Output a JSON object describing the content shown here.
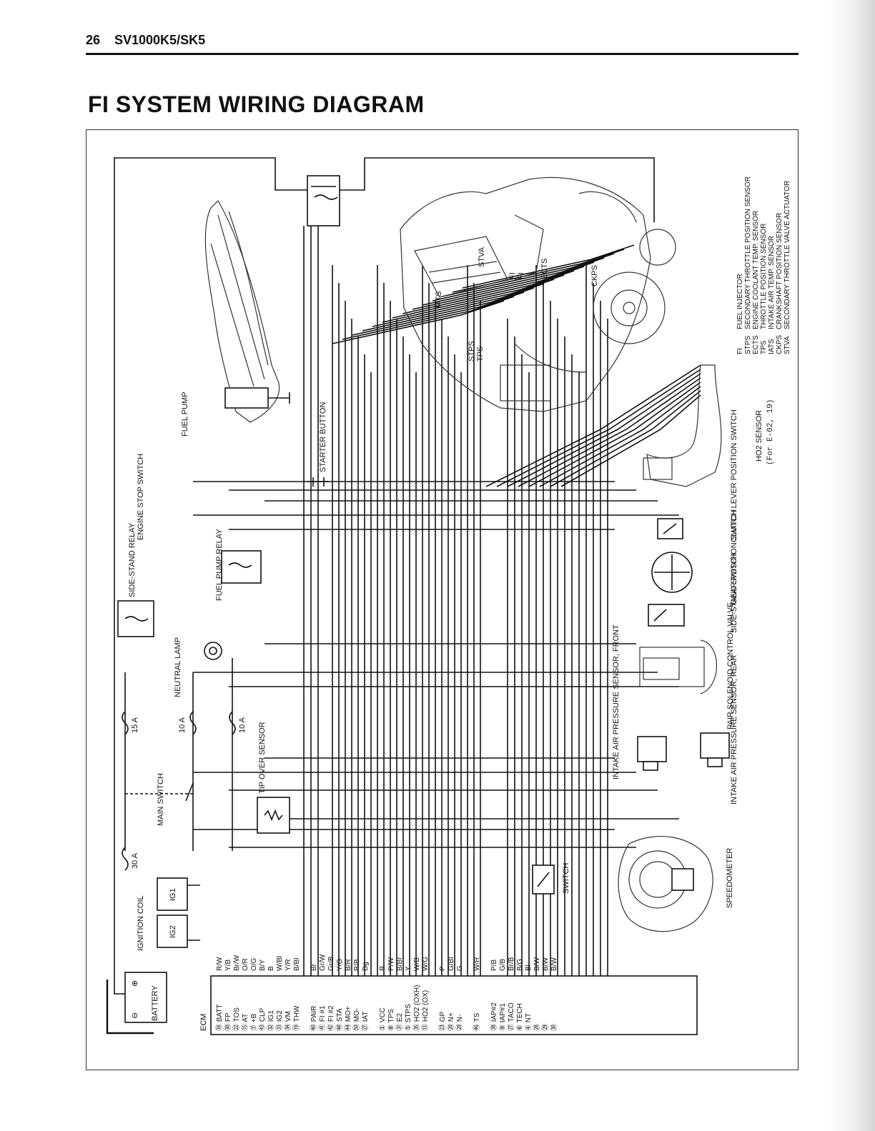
{
  "header": {
    "page_number": "26",
    "model": "SV1000K5/SK5"
  },
  "title": "FI SYSTEM WIRING DIAGRAM",
  "components": {
    "fuel_pump": "FUEL PUMP",
    "starter_button": "STARTER BUTTON",
    "engine_stop_switch": "ENGINE STOP SWITCH",
    "side_stand_relay": "SIDE-STAND RELAY",
    "fuel_pump_relay": "FUEL PUMP RELAY",
    "neutral_lamp": "NEUTRAL LAMP",
    "tip_over_sensor": "TIP OVER SENSOR",
    "main_switch": "MAIN SWITCH",
    "ignition_coil": "IGNITION COIL",
    "battery": "BATTERY",
    "ecm": "ECM",
    "switch": "SWITCH",
    "speedometer": "SPEEDOMETER",
    "clutch_switch": "CLUTCH LEVER POSITION SWITCH",
    "gear_switch": "GEAR POSITION SWITCH",
    "side_stand_switch": "SIDE-STAND SWITCH",
    "pair_valve": "PAIR SOLENOID CONTROL VALVE",
    "iap_front": "INTAKE AIR PRESSURE SENSOR, FRONT",
    "iap_rear": "INTAKE AIR PRESSURE SENSOR, REAR",
    "ho2_sensor": "HO2 SENSOR",
    "ho2_note": "(For E-02, 19)",
    "ig1": "IG1",
    "ig2": "IG2"
  },
  "fuses": [
    "15 A",
    "10 A",
    "10 A",
    "30 A"
  ],
  "engine_labels": [
    "STVA",
    "FI",
    "FI",
    "ECTS",
    "IATS",
    "STPS",
    "TPS",
    "CKPS"
  ],
  "legend": [
    {
      "abbr": "FI",
      "desc": "FUEL INJECTOR"
    },
    {
      "abbr": "STPS",
      "desc": "SECONDARY THROTTLE POSITION SENSOR"
    },
    {
      "abbr": "ECTS",
      "desc": "ENGINE COOLANT TEMP. SENSOR"
    },
    {
      "abbr": "TPS",
      "desc": "THROTTLE POSITION SENSOR"
    },
    {
      "abbr": "IATS",
      "desc": "INTAKE AIR TEMP. SENSOR"
    },
    {
      "abbr": "CKPS",
      "desc": "CRANKSHAFT POSITION SENSOR"
    },
    {
      "abbr": "STVA",
      "desc": "SECONDARY THROTTLE VALVE ACTUATOR"
    }
  ],
  "battery_terminals": [
    "⊕",
    "⊖"
  ],
  "ecm_terminals": [
    {
      "pin": "⑱ BATT",
      "wire": "R/W"
    },
    {
      "pin": "㉚ FP",
      "wire": "Y/B"
    },
    {
      "pin": "㉒ TOS",
      "wire": "Br/W"
    },
    {
      "pin": "⑮ AT",
      "wire": "O/R"
    },
    {
      "pin": "⑦ +B",
      "wire": "O/G"
    },
    {
      "pin": "㊸ CLP",
      "wire": "B/Y"
    },
    {
      "pin": "㉜ IG1",
      "wire": "B"
    },
    {
      "pin": "㉝ IG2",
      "wire": "W/Bl"
    },
    {
      "pin": "㉞ VM",
      "wire": "Y/R"
    },
    {
      "pin": "⑲ THW",
      "wire": "B/Bl"
    },
    {
      "pin": "㊵ PAIR",
      "wire": "Br"
    },
    {
      "pin": "㊶ FI #1",
      "wire": "Gr/W"
    },
    {
      "pin": "㊷ FI #2",
      "wire": "Gr/B"
    },
    {
      "pin": "㊽ STA",
      "wire": "Y/G"
    },
    {
      "pin": "㊹ MO+",
      "wire": "B/R"
    },
    {
      "pin": "㊿ MO-",
      "wire": "R/B"
    },
    {
      "pin": "㉗ IAT",
      "wire": "Dg"
    },
    {
      "pin": "① VCC",
      "wire": "R"
    },
    {
      "pin": "⑧ TPS",
      "wire": "P/W"
    },
    {
      "pin": "㉛ E2",
      "wire": "B/Br"
    },
    {
      "pin": "⑤ STPS",
      "wire": "Y"
    },
    {
      "pin": "㉟ HO2 (OXH)",
      "wire": "W/B"
    },
    {
      "pin": "⑬ HO2 (OX)",
      "wire": "W/G"
    },
    {
      "pin": "㉓ GP",
      "wire": "P"
    },
    {
      "pin": "⑳ N+",
      "wire": "G/Bl"
    },
    {
      "pin": "⑳ N-",
      "wire": "G"
    },
    {
      "pin": "㊻ TS",
      "wire": "W/R"
    },
    {
      "pin": "㊳ IAP#2",
      "wire": "P/B"
    },
    {
      "pin": "⑨ IAP#1",
      "wire": "G/B"
    },
    {
      "pin": "㉗ TACO",
      "wire": "Br/B"
    },
    {
      "pin": "⑥ TECH",
      "wire": "B/G"
    },
    {
      "pin": "④ NT",
      "wire": "Bl"
    },
    {
      "pin": "㉘",
      "wire": "B/W"
    },
    {
      "pin": "㉙",
      "wire": "B/W"
    },
    {
      "pin": "㉚",
      "wire": "B/W"
    }
  ]
}
